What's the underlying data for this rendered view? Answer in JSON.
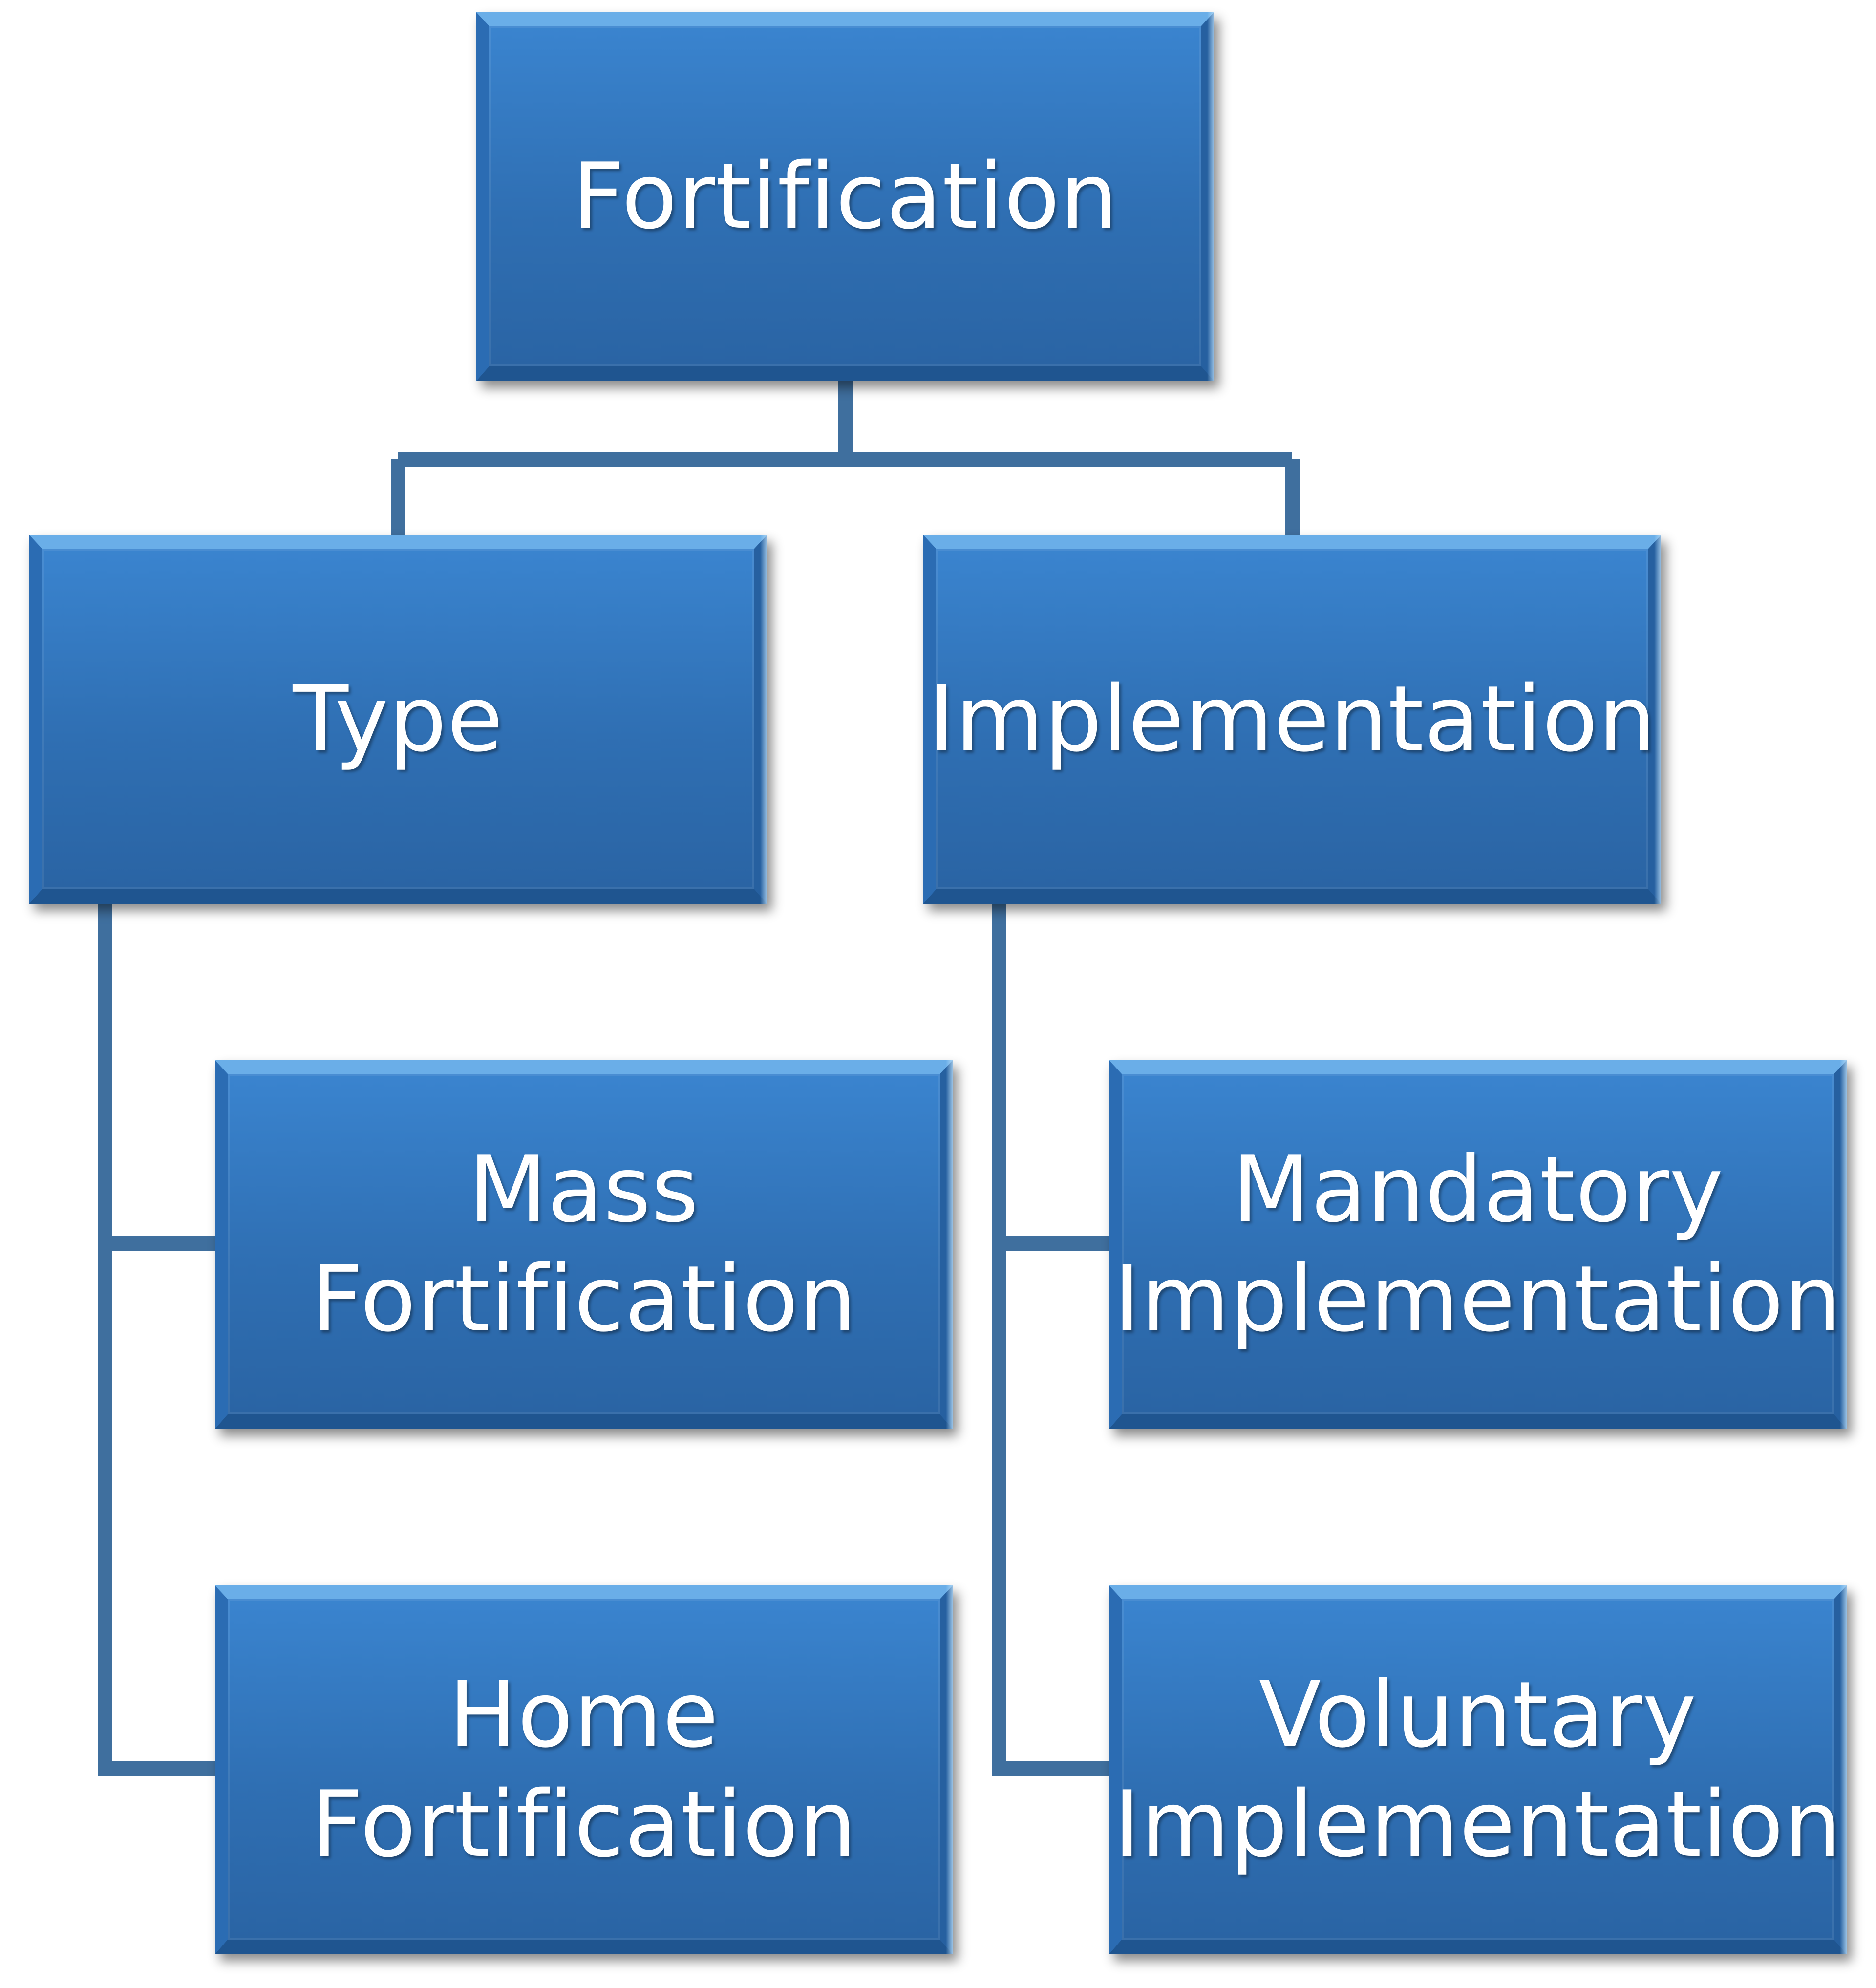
{
  "diagram": {
    "root": {
      "label": "Fortification"
    },
    "branches": [
      {
        "label": "Type",
        "children": [
          {
            "label": "Mass\nFortification"
          },
          {
            "label": "Home\nFortification"
          }
        ]
      },
      {
        "label": "Implementation",
        "children": [
          {
            "label": "Mandatory\nImplementation"
          },
          {
            "label": "Voluntary\nImplementation"
          }
        ]
      }
    ]
  },
  "colors": {
    "box_fill": "#2f6fb3",
    "box_highlight": "#6aaee8",
    "connector": "#3f6f9e",
    "text": "#ffffff",
    "background": "#ffffff"
  }
}
